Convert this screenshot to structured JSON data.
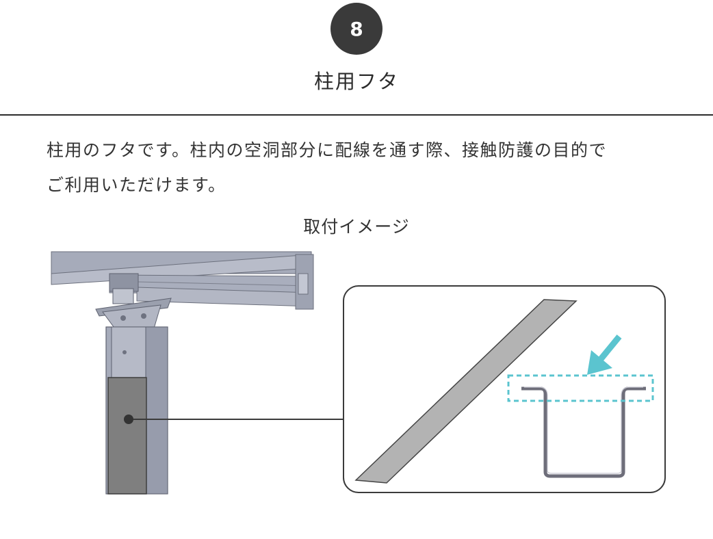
{
  "step": {
    "number": "8"
  },
  "section": {
    "title": "柱用フタ"
  },
  "description": {
    "line1": "柱用のフタです。柱内の空洞部分に配線を通す際、接触防護の目的で",
    "line2": "ご利用いただけます。"
  },
  "figure": {
    "caption": "取付イメージ"
  },
  "colors": {
    "badge": "#3a3a3a",
    "text": "#333333",
    "cover_plate": "#7f7f7f",
    "cover_strip": "#b3b3b3",
    "highlight": "#5bc4cf",
    "channel": "#6e6e7a",
    "frame_metal": "#a6abba"
  },
  "icons": [
    "number-badge",
    "pointer-arrow-icon",
    "callout-dot"
  ]
}
